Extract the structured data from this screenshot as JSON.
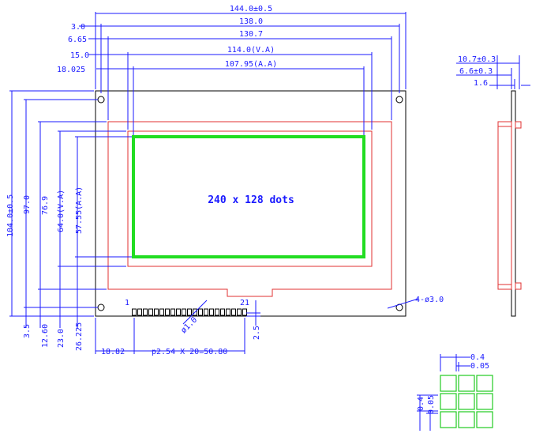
{
  "drawing": {
    "center_text": "240 x 128 dots",
    "top_dimensions": {
      "overall": "144.0±0.5",
      "hole_pitch": "138.0",
      "bezel": "130.7",
      "view_area": "114.0(V.A)",
      "active_area": "107.95(A.A)",
      "left_labels": [
        "3.0",
        "6.65",
        "15.0",
        "18.025"
      ]
    },
    "left_dimensions": {
      "overall": "104.0±0.5",
      "hole_pitch": "97.0",
      "bezel": "76.9",
      "view_area": "64.0(V.A)",
      "active_area": "57.55(A.A)",
      "bottom_labels": [
        "3.5",
        "12.60",
        "23.0",
        "26.225"
      ]
    },
    "pins": {
      "first": "1",
      "last": "21",
      "hole_label": "ø1.0",
      "pitch_label": "p2.54 X 20=50.80",
      "offset_label": "18.82",
      "edge_label": "2.5"
    },
    "mount_hole_label": "4-ø3.0",
    "side_view": {
      "thickness": "10.7±0.3",
      "module": "6.6±0.3",
      "pcb": "1.6"
    },
    "dot_detail": {
      "pitch_top": "0.4",
      "gap_top": "0.05",
      "pitch_side": "0.4",
      "gap_side": "0.05"
    }
  }
}
